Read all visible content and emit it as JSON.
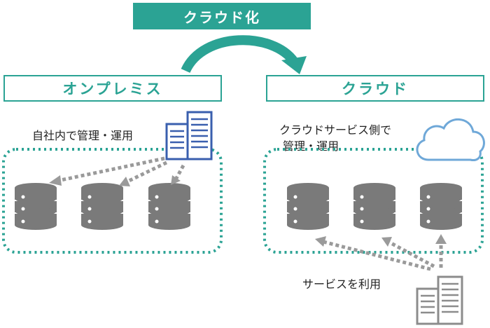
{
  "title": "クラウド化",
  "onprem": {
    "label": "オンプレミス",
    "caption": "自社内で管理・運用"
  },
  "cloud": {
    "label": "クラウド",
    "caption_line1": "クラウドサービス側で",
    "caption_line2": "管理・運用",
    "usage_caption": "サービスを利用"
  },
  "colors": {
    "accent": "#2ba394",
    "database": "#7a7a7a",
    "arrow": "#9a9a9a",
    "onprem_building": "#3a5fae",
    "cloud_building": "#8c8c8c",
    "cloud_outline": "#6fa8d8"
  },
  "icons": [
    "database-icon",
    "building-icon",
    "cloud-icon",
    "curved-arrow-icon"
  ]
}
